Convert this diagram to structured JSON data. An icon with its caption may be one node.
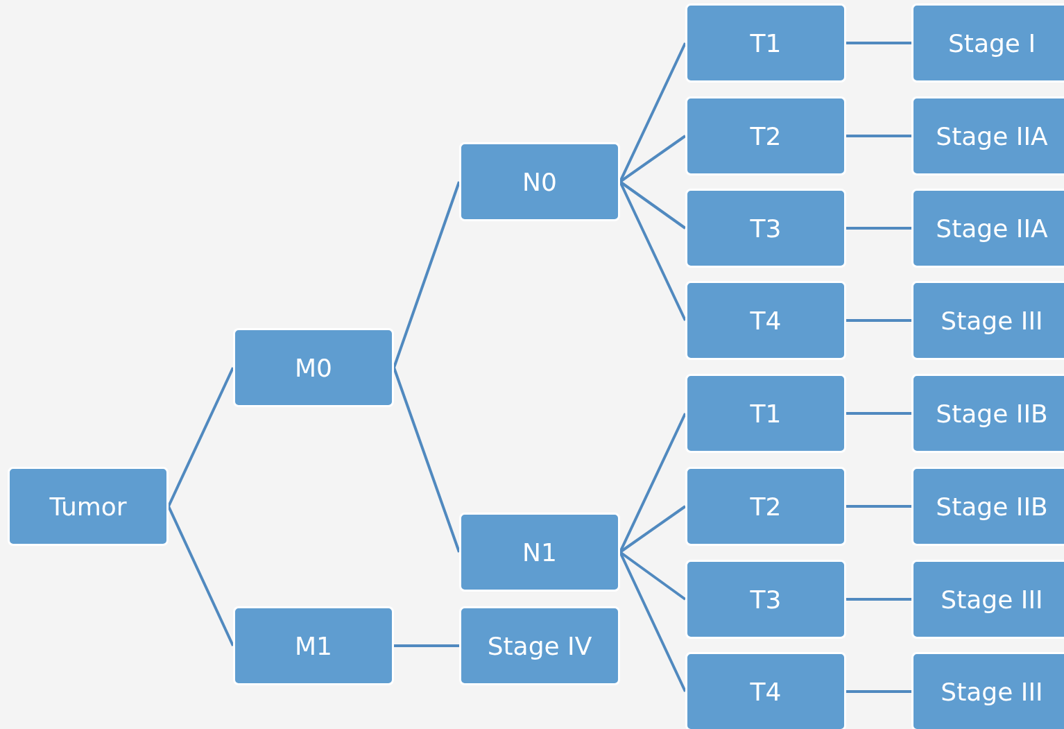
{
  "diagram": {
    "nodes": [
      {
        "text": [
          "Tumor"
        ]
      },
      {
        "text": [
          "M0"
        ]
      },
      {
        "text": [
          "M1"
        ]
      },
      {
        "text": [
          "N0"
        ]
      },
      {
        "text": [
          "N1"
        ]
      },
      {
        "text": [
          "Stage IV"
        ]
      },
      {
        "text": [
          "T1"
        ]
      },
      {
        "text": [
          "T2"
        ]
      },
      {
        "text": [
          "T3"
        ]
      },
      {
        "text": [
          "T4"
        ]
      },
      {
        "text": [
          "T1"
        ]
      },
      {
        "text": [
          "T2"
        ]
      },
      {
        "text": [
          "T3"
        ]
      },
      {
        "text": [
          "T4"
        ]
      },
      {
        "text": [
          "Stage I"
        ]
      },
      {
        "text": [
          "Stage IIA"
        ]
      },
      {
        "text": [
          "Stage IIA"
        ]
      },
      {
        "text": [
          "Stage III"
        ]
      },
      {
        "text": [
          "Stage IIB"
        ]
      },
      {
        "text": [
          "Stage IIB"
        ]
      },
      {
        "text": [
          "Stage III"
        ]
      },
      {
        "text": [
          "Stage III"
        ]
      }
    ],
    "edges": [
      {
        "from": 0,
        "to": 1,
        "arrow": "none"
      },
      {
        "from": 0,
        "to": 2,
        "arrow": "none"
      },
      {
        "from": 1,
        "to": 3,
        "arrow": "none"
      },
      {
        "from": 1,
        "to": 4,
        "arrow": "none"
      },
      {
        "from": 2,
        "to": 5,
        "arrow": "none"
      },
      {
        "from": 3,
        "to": 6,
        "arrow": "none"
      },
      {
        "from": 3,
        "to": 7,
        "arrow": "none"
      },
      {
        "from": 3,
        "to": 8,
        "arrow": "none"
      },
      {
        "from": 3,
        "to": 9,
        "arrow": "none"
      },
      {
        "from": 4,
        "to": 10,
        "arrow": "none"
      },
      {
        "from": 4,
        "to": 11,
        "arrow": "none"
      },
      {
        "from": 4,
        "to": 12,
        "arrow": "none"
      },
      {
        "from": 4,
        "to": 13,
        "arrow": "none"
      },
      {
        "from": 6,
        "to": 14,
        "arrow": "none"
      },
      {
        "from": 7,
        "to": 15,
        "arrow": "none"
      },
      {
        "from": 8,
        "to": 16,
        "arrow": "none"
      },
      {
        "from": 9,
        "to": 17,
        "arrow": "none"
      },
      {
        "from": 10,
        "to": 18,
        "arrow": "none"
      },
      {
        "from": 11,
        "to": 19,
        "arrow": "none"
      },
      {
        "from": 12,
        "to": 20,
        "arrow": "none"
      },
      {
        "from": 13,
        "to": 21,
        "arrow": "none"
      }
    ]
  }
}
